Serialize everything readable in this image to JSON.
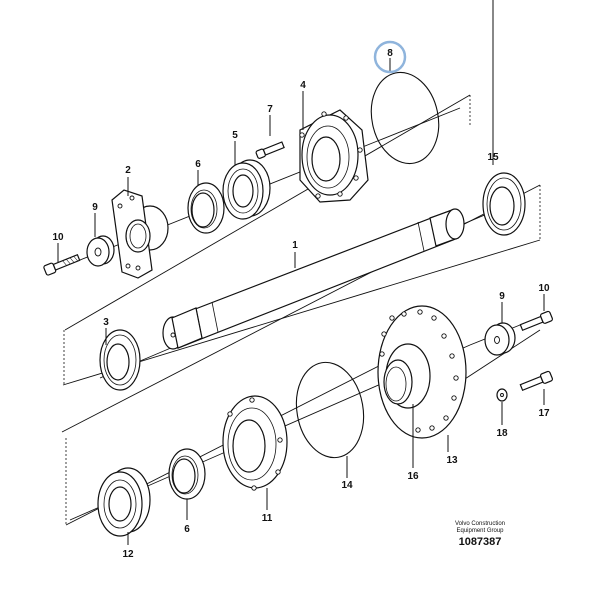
{
  "diagram": {
    "title": "Exploded parts diagram — drive shaft with flange, bearings, seals and hub",
    "highlight_color": "#8fb4dc",
    "callouts": [
      {
        "id": "1",
        "part": "shaft"
      },
      {
        "id": "2",
        "part": "companion flange"
      },
      {
        "id": "3",
        "part": "seal ring"
      },
      {
        "id": "4",
        "part": "bearing housing cover"
      },
      {
        "id": "5",
        "part": "ball bearing"
      },
      {
        "id": "6",
        "part": "seal ring (upper)"
      },
      {
        "id": "6",
        "part": "seal ring (lower)"
      },
      {
        "id": "7",
        "part": "screw"
      },
      {
        "id": "8",
        "part": "o-ring (highlighted)"
      },
      {
        "id": "9",
        "part": "washer (left)"
      },
      {
        "id": "9",
        "part": "washer (right)"
      },
      {
        "id": "10",
        "part": "screw (left)"
      },
      {
        "id": "10",
        "part": "screw (right)"
      },
      {
        "id": "11",
        "part": "bearing cover"
      },
      {
        "id": "12",
        "part": "ball bearing"
      },
      {
        "id": "13",
        "part": "hub"
      },
      {
        "id": "14",
        "part": "o-ring"
      },
      {
        "id": "15",
        "part": "seal ring"
      },
      {
        "id": "16",
        "part": "hub spline"
      },
      {
        "id": "17",
        "part": "screw"
      },
      {
        "id": "18",
        "part": "washer"
      }
    ]
  },
  "caption": {
    "line1": "Volvo Construction",
    "line2": "Equipment Group",
    "drawing_number": "1087387"
  }
}
